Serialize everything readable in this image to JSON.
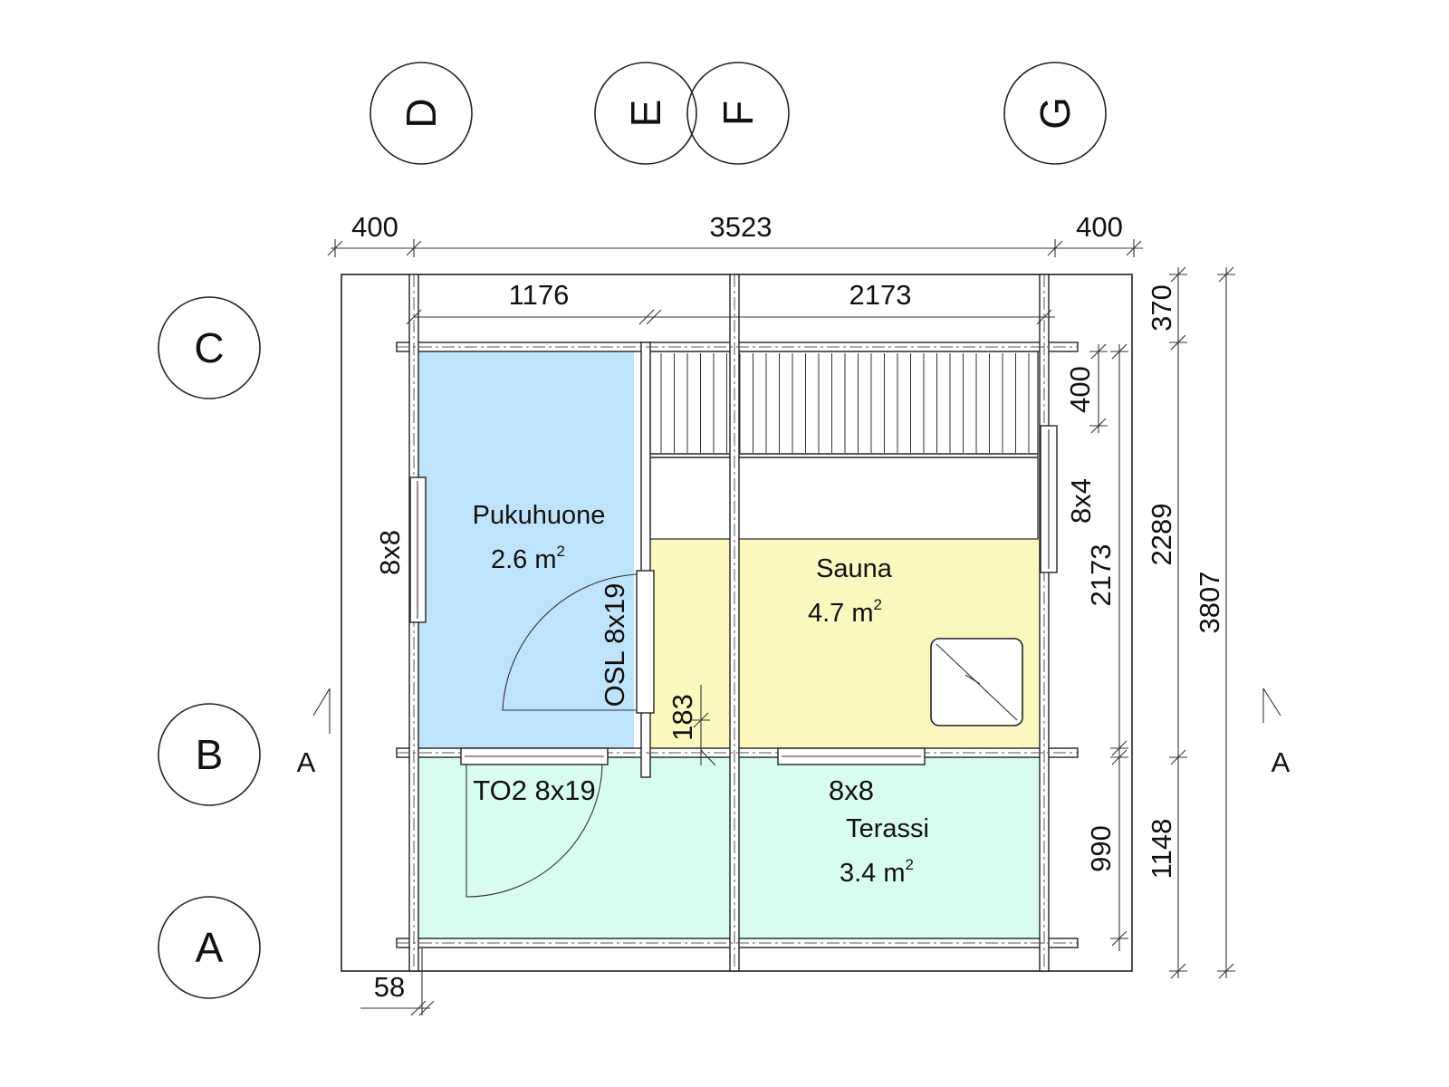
{
  "grid_axes": {
    "columns": [
      "D",
      "E",
      "F",
      "G"
    ],
    "rows": [
      "C",
      "B",
      "A"
    ]
  },
  "dimensions": {
    "top_left": "400",
    "top_mid": "3523",
    "top_right": "400",
    "inner_left": "1176",
    "inner_right": "2173",
    "right_370": "370",
    "right_400": "400",
    "right_2289": "2289",
    "right_2173": "2173",
    "right_3807": "3807",
    "right_1148": "1148",
    "right_990": "990",
    "bottom_58": "58",
    "step_183": "183"
  },
  "rooms": {
    "pukuhuone": {
      "name": "Pukuhuone",
      "area": "2.6 m",
      "sup": "2",
      "color": "#bfe3fb"
    },
    "sauna": {
      "name": "Sauna",
      "area": "4.7 m",
      "sup": "2",
      "color": "#fbf8bf"
    },
    "terassi": {
      "name": "Terassi",
      "area": "3.4 m",
      "sup": "2",
      "color": "#d9fcf1"
    }
  },
  "openings": {
    "window_left": "8x8",
    "door_osl": "OSL 8x19",
    "door_to2": "TO2 8x19",
    "window_bottom": "8x8",
    "window_right": "8x4"
  },
  "section_marks": {
    "left": "A",
    "right": "A"
  }
}
